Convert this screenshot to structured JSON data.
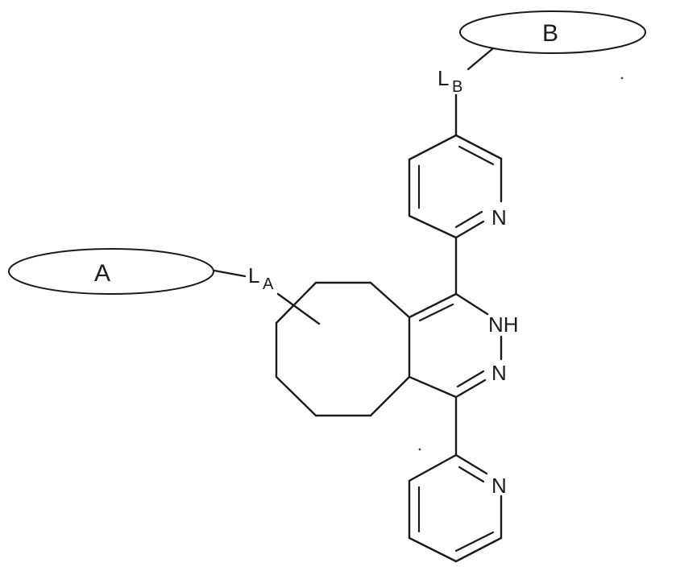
{
  "labels": {
    "group_a": "A",
    "group_b": "B",
    "linker_a_main": "L",
    "linker_a_sub": "A",
    "linker_b_main": "L",
    "linker_b_sub": "B",
    "nitrogen_top_pyridine": "N",
    "nh": "NH",
    "nitrogen_pyridazine": "N",
    "nitrogen_bottom_pyridine": "N"
  }
}
